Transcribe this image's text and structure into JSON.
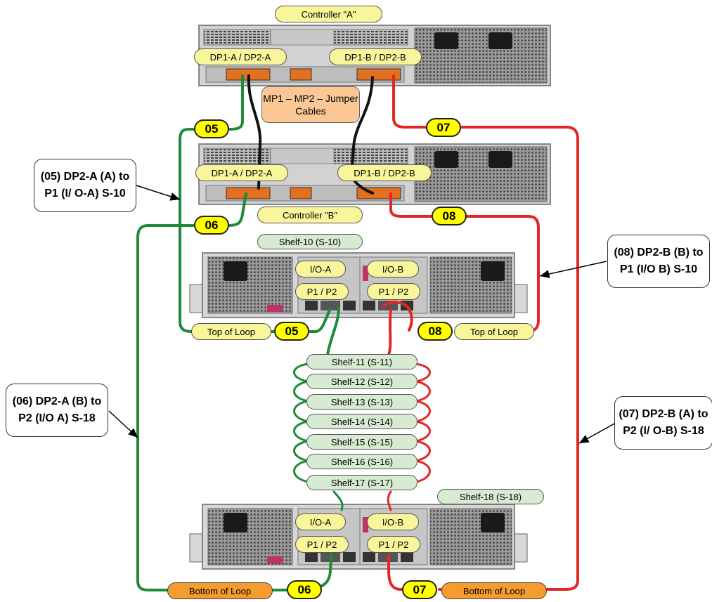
{
  "controllers": {
    "a_title": "Controller \"A\"",
    "b_title": "Controller \"B\"",
    "a_left_port": "DP1-A / DP2-A",
    "a_right_port": "DP1-B / DP2-B",
    "b_left_port": "DP1-A / DP2-A",
    "b_right_port": "DP1-B / DP2-B",
    "jumper_label": "MP1 – MP2 – Jumper Cables"
  },
  "cables": {
    "c05_top": "05",
    "c06_top": "06",
    "c07_top": "07",
    "c08_top": "08",
    "c05_loop": "05",
    "c08_loop": "08",
    "c06_bottom": "06",
    "c07_bottom": "07"
  },
  "shelves": {
    "top_title": "Shelf-10 (S-10)",
    "bottom_title": "Shelf-18 (S-18)",
    "io_a": "I/O-A",
    "io_b": "I/O-B",
    "ports": "P1 / P2",
    "top_of_loop": "Top of Loop",
    "bottom_of_loop": "Bottom of Loop",
    "middle": [
      "Shelf-11 (S-11)",
      "Shelf-12 (S-12)",
      "Shelf-13 (S-13)",
      "Shelf-14 (S-14)",
      "Shelf-15 (S-15)",
      "Shelf-16 (S-16)",
      "Shelf-17 (S-17)"
    ]
  },
  "notes": {
    "n05": "(05) DP2-A (A) to P1 (I/ O-A) S-10",
    "n06": "(06) DP2-A (B) to P2 (I/O A) S-18",
    "n07": "(07) DP2-B (A) to P2 (I/ O-B) S-18",
    "n08": "(08) DP2-B (B) to P1 (I/O B) S-10"
  },
  "colors": {
    "green_cable": "#1e8a3a",
    "red_cable": "#e32626",
    "black_cable": "#111111"
  }
}
